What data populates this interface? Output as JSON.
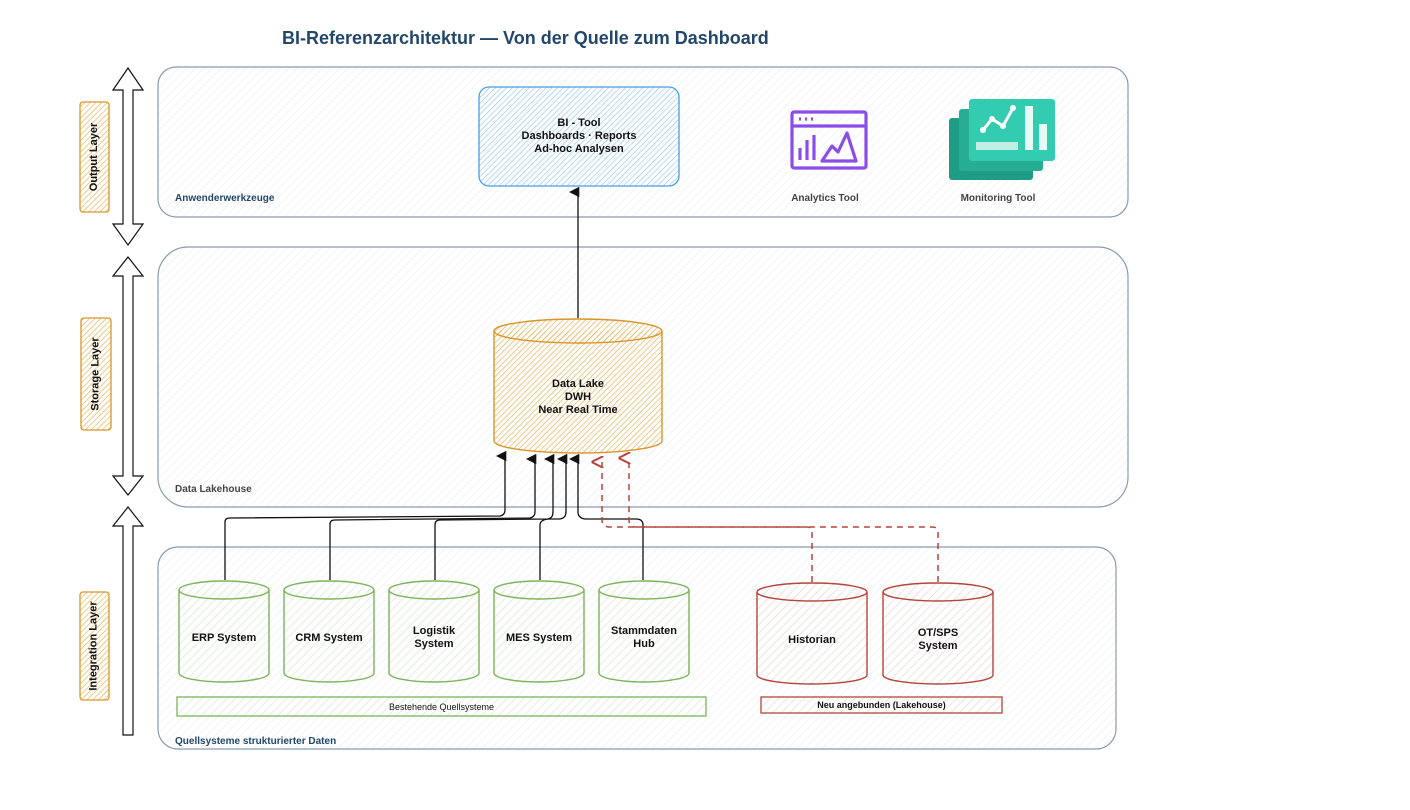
{
  "title": "BI-Referenzarchitektur — Von der Quelle zum Dashboard",
  "layers": [
    {
      "id": "output",
      "label": "Output Layer"
    },
    {
      "id": "storage",
      "label": "Storage Layer"
    },
    {
      "id": "integration",
      "label": "Integration Layer"
    }
  ],
  "zones": {
    "output": {
      "label": "Anwenderwerkzeuge"
    },
    "storage": {
      "label": "Data Lakehouse"
    },
    "integration": {
      "label": "Quellsysteme strukturierter Daten"
    }
  },
  "bi_tool": {
    "lines": [
      "BI - Tool",
      "Dashboards · Reports",
      "Ad-hoc Analysen"
    ]
  },
  "tools": {
    "analytics": {
      "label": "Analytics Tool",
      "icon": "analytics-dashboard-icon"
    },
    "monitoring": {
      "label": "Monitoring Tool",
      "icon": "monitoring-stack-icon"
    }
  },
  "data_lake": {
    "lines": [
      "Data Lake",
      "DWH",
      "Near Real Time"
    ]
  },
  "existing_sources": {
    "band_label": "Bestehende Quellsysteme",
    "systems": [
      {
        "lines": [
          "ERP System"
        ]
      },
      {
        "lines": [
          "CRM System"
        ]
      },
      {
        "lines": [
          "Logistik",
          "System"
        ]
      },
      {
        "lines": [
          "MES System"
        ]
      },
      {
        "lines": [
          "Stammdaten",
          "Hub"
        ]
      }
    ]
  },
  "new_sources": {
    "band_label": "Neu angebunden (Lakehouse)",
    "systems": [
      {
        "lines": [
          "Historian"
        ]
      },
      {
        "lines": [
          "OT/SPS",
          "System"
        ]
      }
    ]
  },
  "colors": {
    "title": "#23476b",
    "zone_border": "#8a9bb0",
    "zone_label": "#23476b",
    "layer_tag": "#e0a33a",
    "bi_tool": "#4a9de0",
    "data_lake": "#d9952b",
    "existing": "#7cb35b",
    "new": "#b5443a",
    "analytics": "#8b4de8",
    "monitoring": "#2bb59c"
  }
}
